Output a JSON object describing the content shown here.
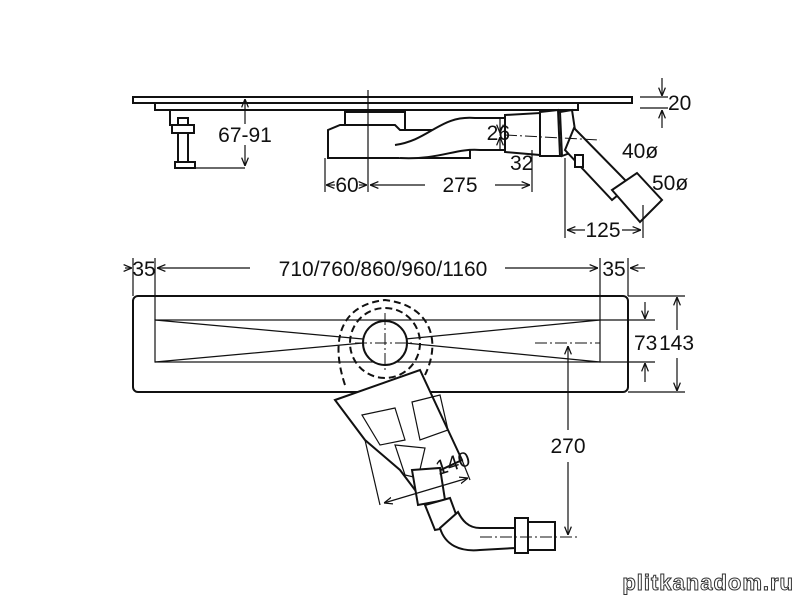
{
  "side_view": {
    "height_range": "67-91",
    "top_thickness": "20",
    "dim_26": "26",
    "dim_32": "32",
    "dim_60": "60",
    "dim_275": "275",
    "dim_125": "125",
    "diameter_40": "40ø",
    "diameter_50": "50ø"
  },
  "top_view": {
    "margin_left": "35",
    "lengths": "710/760/860/960/1160",
    "margin_right": "35",
    "inner_width": "73",
    "outer_width": "143",
    "outlet_offset": "270",
    "body_width": "140"
  },
  "watermark": "plitkanadom.ru"
}
